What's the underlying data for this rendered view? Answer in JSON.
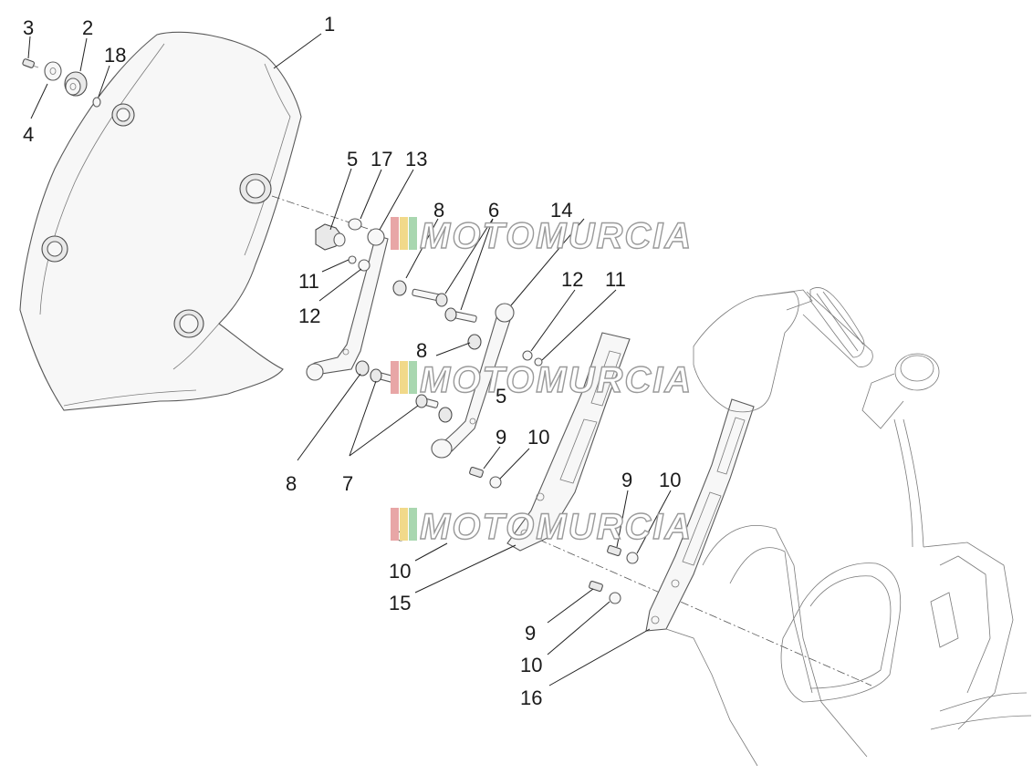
{
  "watermark": {
    "text": "MOTOMURCIA",
    "stripe_colors": [
      "#e8a6a6",
      "#f1d98a",
      "#a9d7b0"
    ]
  },
  "callouts": [
    {
      "id": "c1",
      "label": "1"
    },
    {
      "id": "c2",
      "label": "2"
    },
    {
      "id": "c3",
      "label": "3"
    },
    {
      "id": "c4",
      "label": "4"
    },
    {
      "id": "c18",
      "label": "18"
    },
    {
      "id": "c5a",
      "label": "5"
    },
    {
      "id": "c17",
      "label": "17"
    },
    {
      "id": "c13",
      "label": "13"
    },
    {
      "id": "c8a",
      "label": "8"
    },
    {
      "id": "c6",
      "label": "6"
    },
    {
      "id": "c14",
      "label": "14"
    },
    {
      "id": "c11a",
      "label": "11"
    },
    {
      "id": "c12a",
      "label": "12"
    },
    {
      "id": "c12b",
      "label": "12"
    },
    {
      "id": "c11b",
      "label": "11"
    },
    {
      "id": "c8b",
      "label": "8"
    },
    {
      "id": "c5b",
      "label": "5"
    },
    {
      "id": "c8c",
      "label": "8"
    },
    {
      "id": "c7",
      "label": "7"
    },
    {
      "id": "c9a",
      "label": "9"
    },
    {
      "id": "c10a",
      "label": "10"
    },
    {
      "id": "c9b",
      "label": "9"
    },
    {
      "id": "c10b",
      "label": "10"
    },
    {
      "id": "c10c",
      "label": "10"
    },
    {
      "id": "c15",
      "label": "15"
    },
    {
      "id": "c9c",
      "label": "9"
    },
    {
      "id": "c10d",
      "label": "10"
    },
    {
      "id": "c16",
      "label": "16"
    }
  ]
}
